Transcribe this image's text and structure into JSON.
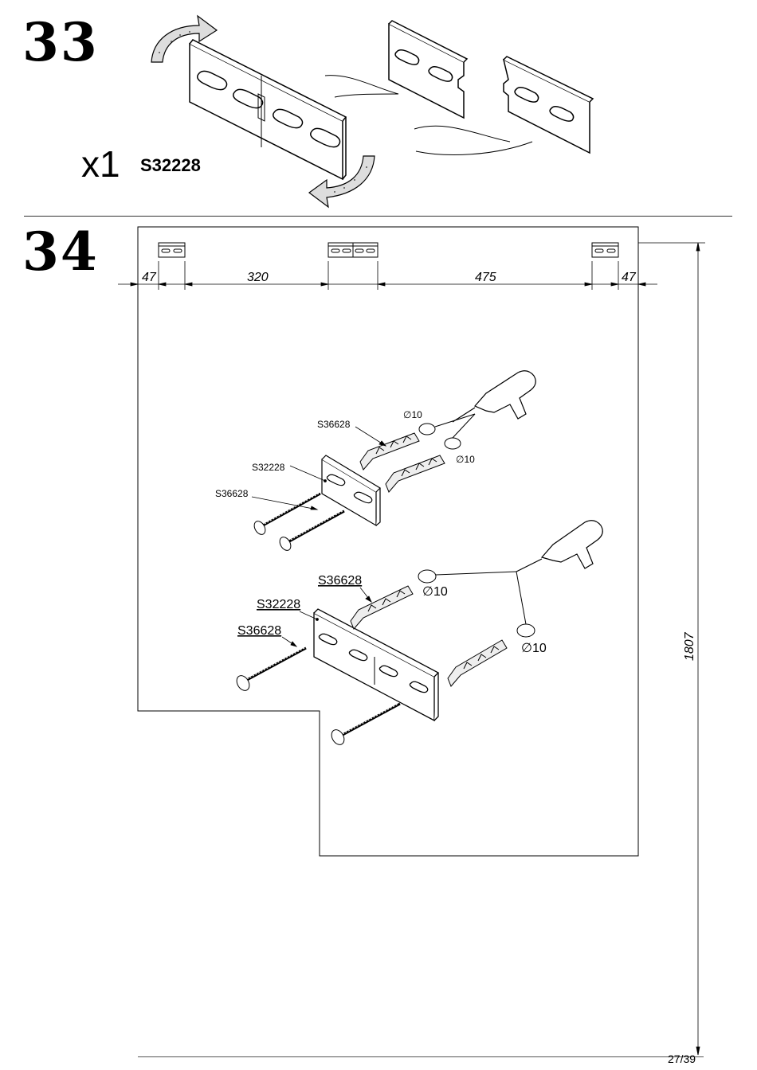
{
  "step33": {
    "number": "33",
    "quantity": "x1",
    "part_code": "S32228"
  },
  "step34": {
    "number": "34",
    "dimensions": {
      "left_offset": "47",
      "first_gap": "320",
      "second_gap": "475",
      "right_offset": "47",
      "height": "1807"
    },
    "upper_detail": {
      "screw_label": "S36628",
      "bracket_label": "S32228",
      "plug_label": "S36628",
      "drill_diameter_1": "∅10",
      "drill_diameter_2": "∅10"
    },
    "lower_detail": {
      "screw_label": "S36628",
      "bracket_label": "S32228",
      "plug_label": "S36628",
      "drill_diameter_1": "∅10",
      "drill_diameter_2": "∅10"
    }
  },
  "footer": {
    "page_number": "27/39"
  }
}
